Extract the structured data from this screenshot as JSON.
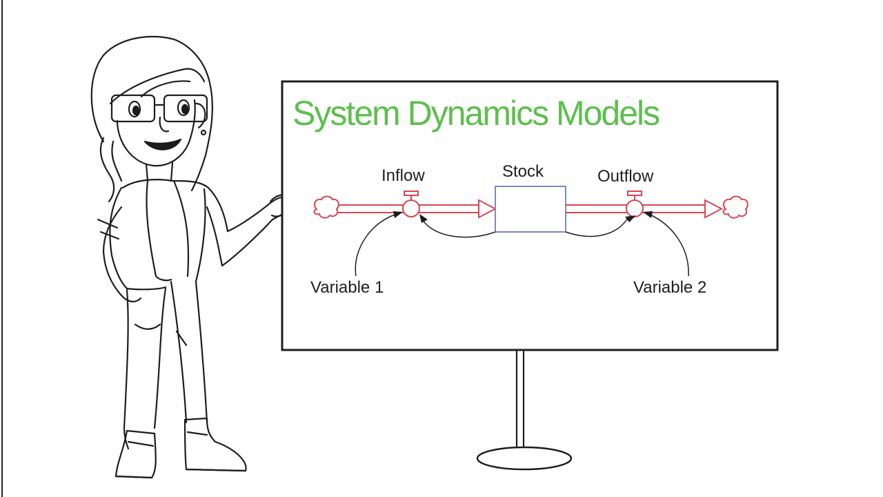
{
  "board": {
    "title": "System Dynamics Models"
  },
  "diagram": {
    "inflow_label": "Inflow",
    "stock_label": "Stock",
    "outflow_label": "Outflow",
    "variable1_label": "Variable 1",
    "variable2_label": "Variable 2"
  },
  "colors": {
    "title": "#5cbf4c",
    "flow": "#d8454f",
    "stock_border": "#7f88c4",
    "ink": "#1c1c1c"
  },
  "icons": [
    "cloud-icon",
    "valve-icon",
    "arrow-icon"
  ]
}
